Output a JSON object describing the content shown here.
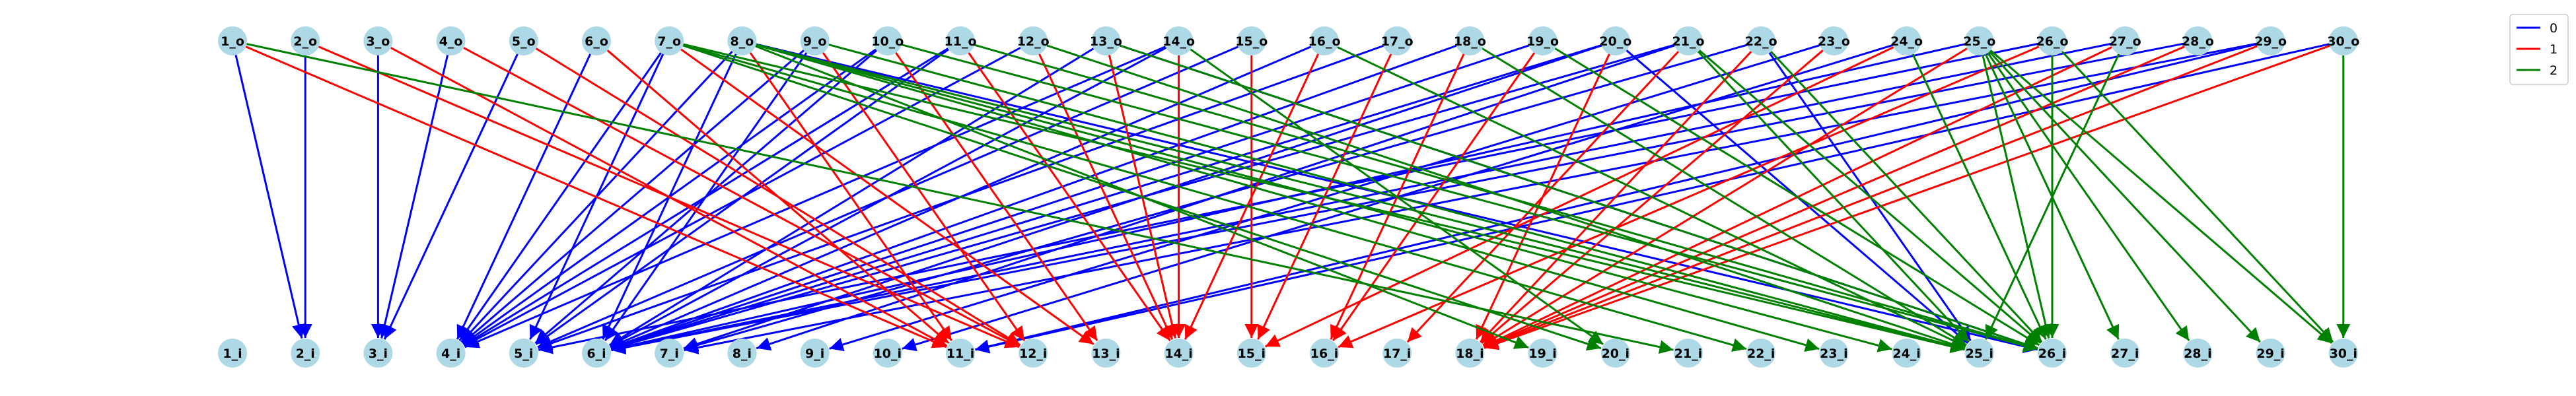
{
  "graph": {
    "node_color": "#add8e6",
    "top_nodes": [
      "1_o",
      "2_o",
      "3_o",
      "4_o",
      "5_o",
      "6_o",
      "7_o",
      "8_o",
      "9_o",
      "10_o",
      "11_o",
      "12_o",
      "13_o",
      "14_o",
      "15_o",
      "16_o",
      "17_o",
      "18_o",
      "19_o",
      "20_o",
      "21_o",
      "22_o",
      "23_o",
      "24_o",
      "25_o",
      "26_o",
      "27_o",
      "28_o",
      "29_o",
      "30_o"
    ],
    "bottom_nodes": [
      "1_i",
      "2_i",
      "3_i",
      "4_i",
      "5_i",
      "6_i",
      "7_i",
      "8_i",
      "9_i",
      "10_i",
      "11_i",
      "12_i",
      "13_i",
      "14_i",
      "15_i",
      "16_i",
      "17_i",
      "18_i",
      "19_i",
      "20_i",
      "21_i",
      "22_i",
      "23_i",
      "24_i",
      "25_i",
      "26_i",
      "27_i",
      "28_i",
      "29_i",
      "30_i"
    ],
    "legend": [
      {
        "label": "0",
        "color": "#0000ff"
      },
      {
        "label": "1",
        "color": "#ff0000"
      },
      {
        "label": "2",
        "color": "#008000"
      }
    ],
    "edges": {
      "0": [
        [
          1,
          2
        ],
        [
          2,
          2
        ],
        [
          3,
          3
        ],
        [
          4,
          3
        ],
        [
          5,
          3
        ],
        [
          6,
          4
        ],
        [
          7,
          4
        ],
        [
          7,
          5
        ],
        [
          8,
          4
        ],
        [
          8,
          6
        ],
        [
          9,
          4
        ],
        [
          9,
          6
        ],
        [
          10,
          4
        ],
        [
          10,
          5
        ],
        [
          11,
          4
        ],
        [
          11,
          5
        ],
        [
          12,
          4
        ],
        [
          13,
          6
        ],
        [
          14,
          4
        ],
        [
          14,
          6
        ],
        [
          15,
          5
        ],
        [
          16,
          6
        ],
        [
          17,
          5
        ],
        [
          18,
          6
        ],
        [
          19,
          6
        ],
        [
          20,
          6
        ],
        [
          20,
          7
        ],
        [
          20,
          25
        ],
        [
          21,
          6
        ],
        [
          21,
          8
        ],
        [
          22,
          7
        ],
        [
          23,
          9
        ],
        [
          24,
          10
        ],
        [
          25,
          6
        ],
        [
          26,
          5
        ],
        [
          27,
          6
        ],
        [
          28,
          6
        ],
        [
          29,
          7
        ],
        [
          29,
          11
        ],
        [
          30,
          11
        ],
        [
          8,
          26
        ],
        [
          13,
          26
        ],
        [
          22,
          25
        ],
        [
          14,
          14
        ]
      ],
      "1": [
        [
          1,
          11
        ],
        [
          2,
          12
        ],
        [
          3,
          11
        ],
        [
          4,
          12
        ],
        [
          5,
          12
        ],
        [
          6,
          11
        ],
        [
          7,
          13
        ],
        [
          8,
          11
        ],
        [
          9,
          12
        ],
        [
          10,
          13
        ],
        [
          11,
          14
        ],
        [
          12,
          14
        ],
        [
          13,
          14
        ],
        [
          14,
          14
        ],
        [
          15,
          15
        ],
        [
          16,
          14
        ],
        [
          17,
          15
        ],
        [
          18,
          16
        ],
        [
          19,
          16
        ],
        [
          20,
          18
        ],
        [
          21,
          17
        ],
        [
          22,
          18
        ],
        [
          23,
          18
        ],
        [
          24,
          15
        ],
        [
          25,
          18
        ],
        [
          26,
          16
        ],
        [
          27,
          18
        ],
        [
          28,
          18
        ],
        [
          29,
          18
        ],
        [
          30,
          18
        ]
      ],
      "2": [
        [
          1,
          21
        ],
        [
          7,
          20
        ],
        [
          7,
          22
        ],
        [
          8,
          23
        ],
        [
          8,
          24
        ],
        [
          8,
          25
        ],
        [
          9,
          25
        ],
        [
          10,
          26
        ],
        [
          11,
          26
        ],
        [
          12,
          25
        ],
        [
          13,
          26
        ],
        [
          14,
          20
        ],
        [
          16,
          25
        ],
        [
          18,
          25
        ],
        [
          19,
          26
        ],
        [
          21,
          25
        ],
        [
          21,
          26
        ],
        [
          22,
          26
        ],
        [
          24,
          26
        ],
        [
          25,
          26
        ],
        [
          25,
          27
        ],
        [
          25,
          28
        ],
        [
          25,
          29
        ],
        [
          25,
          30
        ],
        [
          26,
          26
        ],
        [
          26,
          30
        ],
        [
          27,
          25
        ],
        [
          30,
          30
        ],
        [
          7,
          25
        ],
        [
          8,
          19
        ]
      ]
    }
  }
}
